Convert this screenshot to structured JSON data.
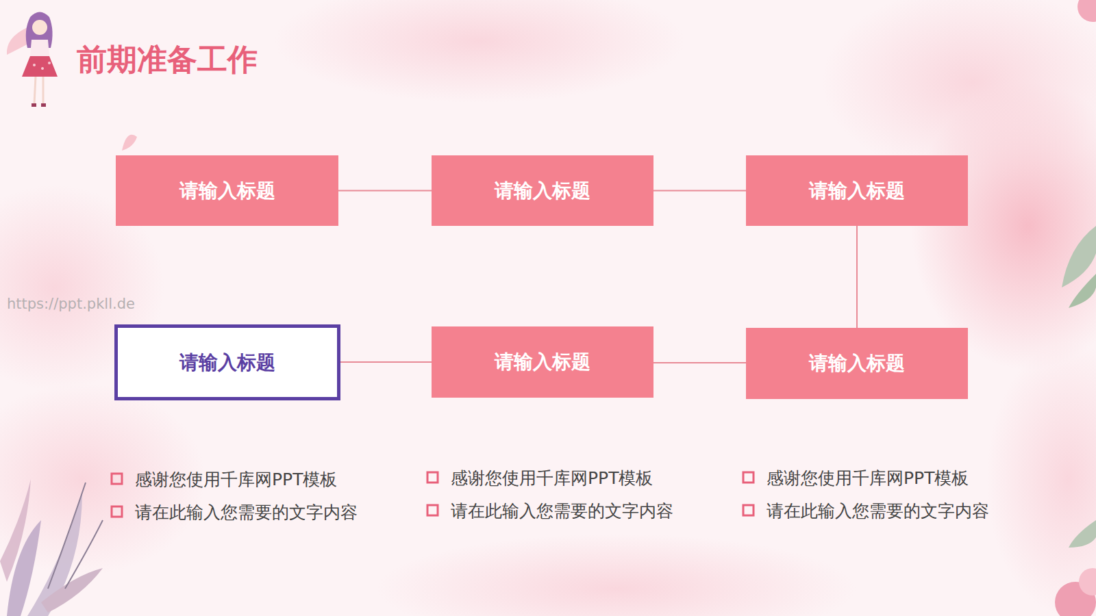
{
  "diagram": {
    "title": "前期准备工作",
    "nodes": [
      {
        "text": [
          "请输入标题"
        ]
      },
      {
        "text": [
          "请输入标题"
        ]
      },
      {
        "text": [
          "请输入标题"
        ]
      },
      {
        "text": [
          "请输入标题"
        ]
      },
      {
        "text": [
          "请输入标题"
        ]
      },
      {
        "text": [
          "请输入标题"
        ]
      }
    ],
    "edges": [
      {
        "from": 0,
        "to": 1,
        "arrow": "none"
      },
      {
        "from": 1,
        "to": 2,
        "arrow": "none"
      },
      {
        "from": 2,
        "to": 5,
        "arrow": "none"
      },
      {
        "from": 5,
        "to": 4,
        "arrow": "none"
      },
      {
        "from": 4,
        "to": 3,
        "arrow": "none"
      }
    ],
    "labels": [
      "https://ppt.pkll.de",
      "感谢您使用千库网PPT模板",
      "请在此输入您需要的文字内容",
      "感谢您使用千库网PPT模板",
      "请在此输入您需要的文字内容",
      "感谢您使用千库网PPT模板",
      "请在此输入您需要的文字内容"
    ]
  }
}
